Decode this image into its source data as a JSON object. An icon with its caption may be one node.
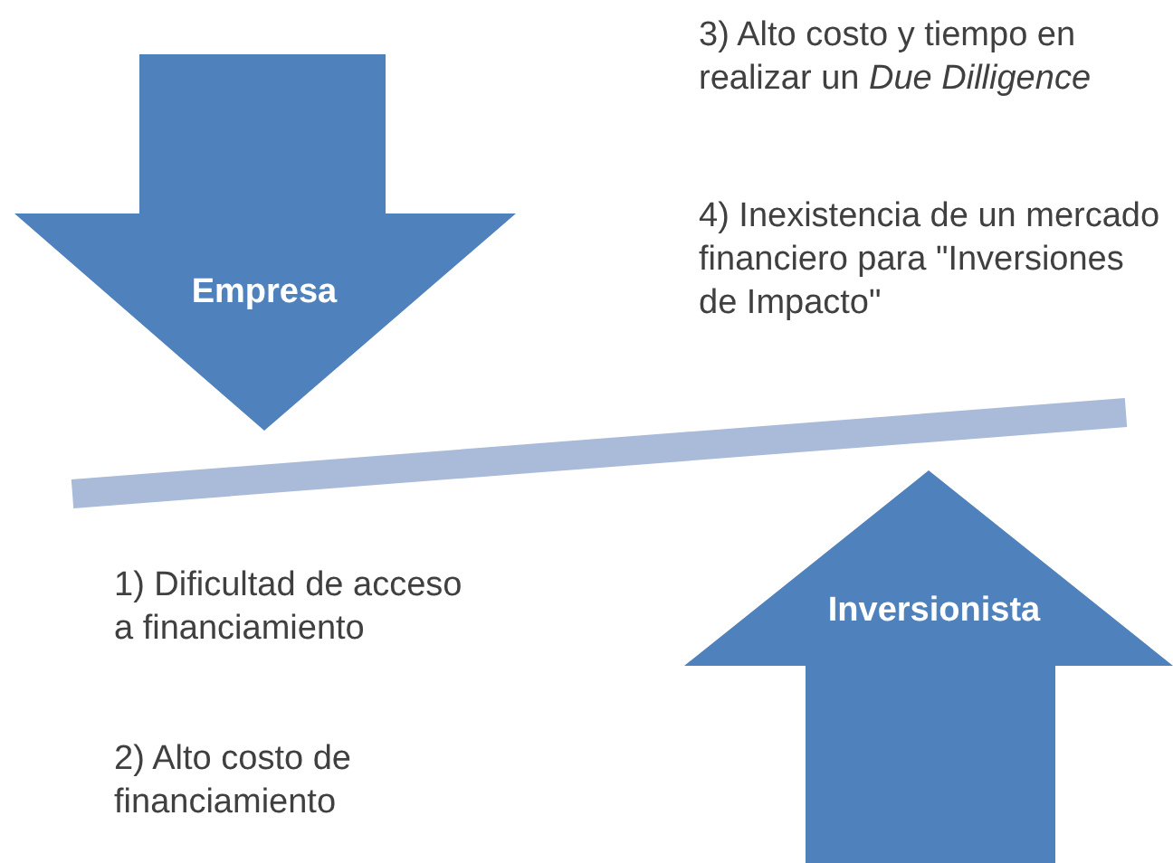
{
  "diagram": {
    "nodes": [
      {
        "text": [
          "Empresa"
        ]
      },
      {
        "text": [
          "Inversionista"
        ]
      }
    ],
    "labels": [
      "3) Alto costo y tiempo en realizar un *Due Dilligence*",
      "4) Inexistencia de un mercado financiero para \"Inversiones de Impacto\"",
      "1) Dificultad de acceso a financiamiento",
      "2) Alto costo de financiamiento"
    ]
  }
}
